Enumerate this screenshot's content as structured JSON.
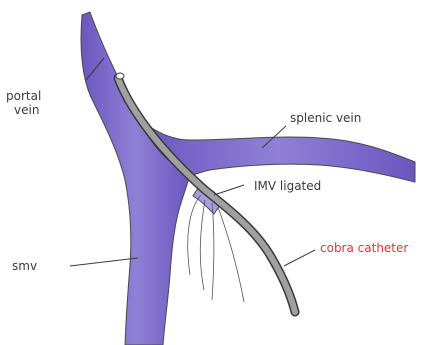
{
  "labels": {
    "portal_vein_line1": "portal",
    "portal_vein_line2": "vein",
    "splenic_vein": "splenic vein",
    "imv_ligated": "IMV ligated",
    "smv": "smv",
    "cobra_catheter": "cobra catheter"
  },
  "colors": {
    "vein_fill": "#7b68c8",
    "vein_light": "#a99ce0",
    "vein_outline": "#4a4a4a",
    "catheter_fill": "#9a9a9a",
    "catheter_outline": "#3a3a3a",
    "label_text": "#3a3a3a",
    "accent_label": "#d33a3a"
  }
}
